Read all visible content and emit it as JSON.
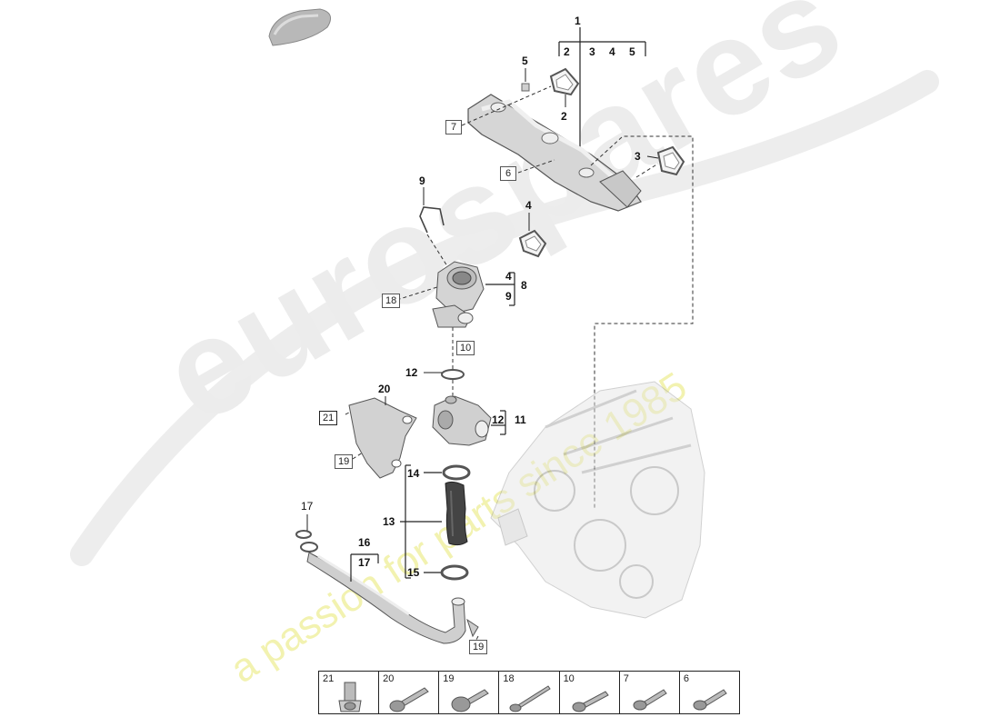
{
  "watermark": {
    "brand": "eurospares",
    "tagline": "a passion for parts since 1985",
    "brand_color": "#e6e6e6",
    "tagline_color": "#f3f3a6"
  },
  "callouts": {
    "c1": "1",
    "c2a": "2",
    "c3a": "3",
    "c4a": "4",
    "c5a": "5",
    "c5": "5",
    "c2": "2",
    "c3": "3",
    "c4": "4",
    "c9": "9",
    "c8_4": "4",
    "c8_9": "9",
    "c8": "8",
    "c12a": "12",
    "c20": "20",
    "c12b": "12",
    "c11": "11",
    "c14": "14",
    "c13": "13",
    "c15": "15",
    "c17": "17",
    "c16": "16",
    "c16_17": "17"
  },
  "boxed_refs": {
    "b7": "7",
    "b6": "6",
    "b18": "18",
    "b10": "10",
    "b21": "21",
    "b19a": "19",
    "b19b": "19"
  },
  "fastener_table": [
    {
      "ref": "21"
    },
    {
      "ref": "20"
    },
    {
      "ref": "19"
    },
    {
      "ref": "18"
    },
    {
      "ref": "10"
    },
    {
      "ref": "7"
    },
    {
      "ref": "6"
    }
  ]
}
